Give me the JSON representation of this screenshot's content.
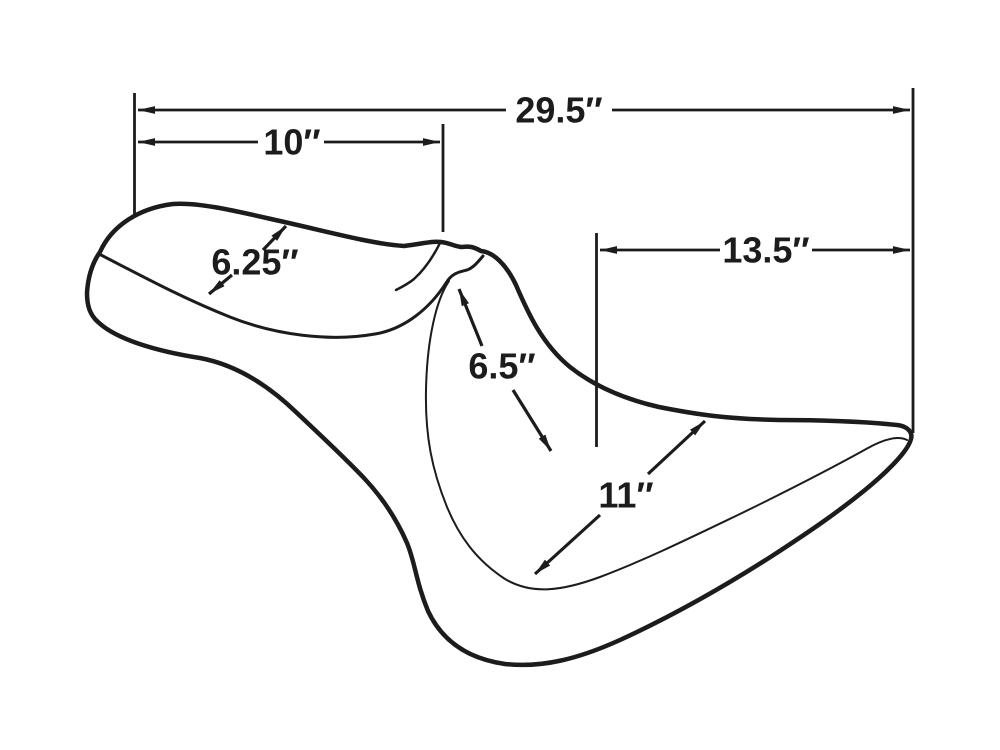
{
  "diagram": {
    "type": "technical-line-drawing",
    "subject": "Motorcycle seat side-profile dimension diagram",
    "background": "#ffffff",
    "ink": "#1c1c1c",
    "units": "inches",
    "dimensions": {
      "overall_length": {
        "label": "29.5″",
        "value": 29.5,
        "description": "overall seat length, top dimension line"
      },
      "front_length": {
        "label": "10″",
        "value": 10,
        "description": "front (rider) section length"
      },
      "rear_length": {
        "label": "13.5″",
        "value": 13.5,
        "description": "rear section length"
      },
      "front_width": {
        "label": "6.25″",
        "value": 6.25,
        "description": "front pad width, diagonal arrows"
      },
      "mid_width": {
        "label": "6.5″",
        "value": 6.5,
        "description": "mid / horn section width, diagonal arrows"
      },
      "rear_width": {
        "label": "11″",
        "value": 11,
        "description": "rear dish width, diagonal arrows"
      }
    }
  }
}
